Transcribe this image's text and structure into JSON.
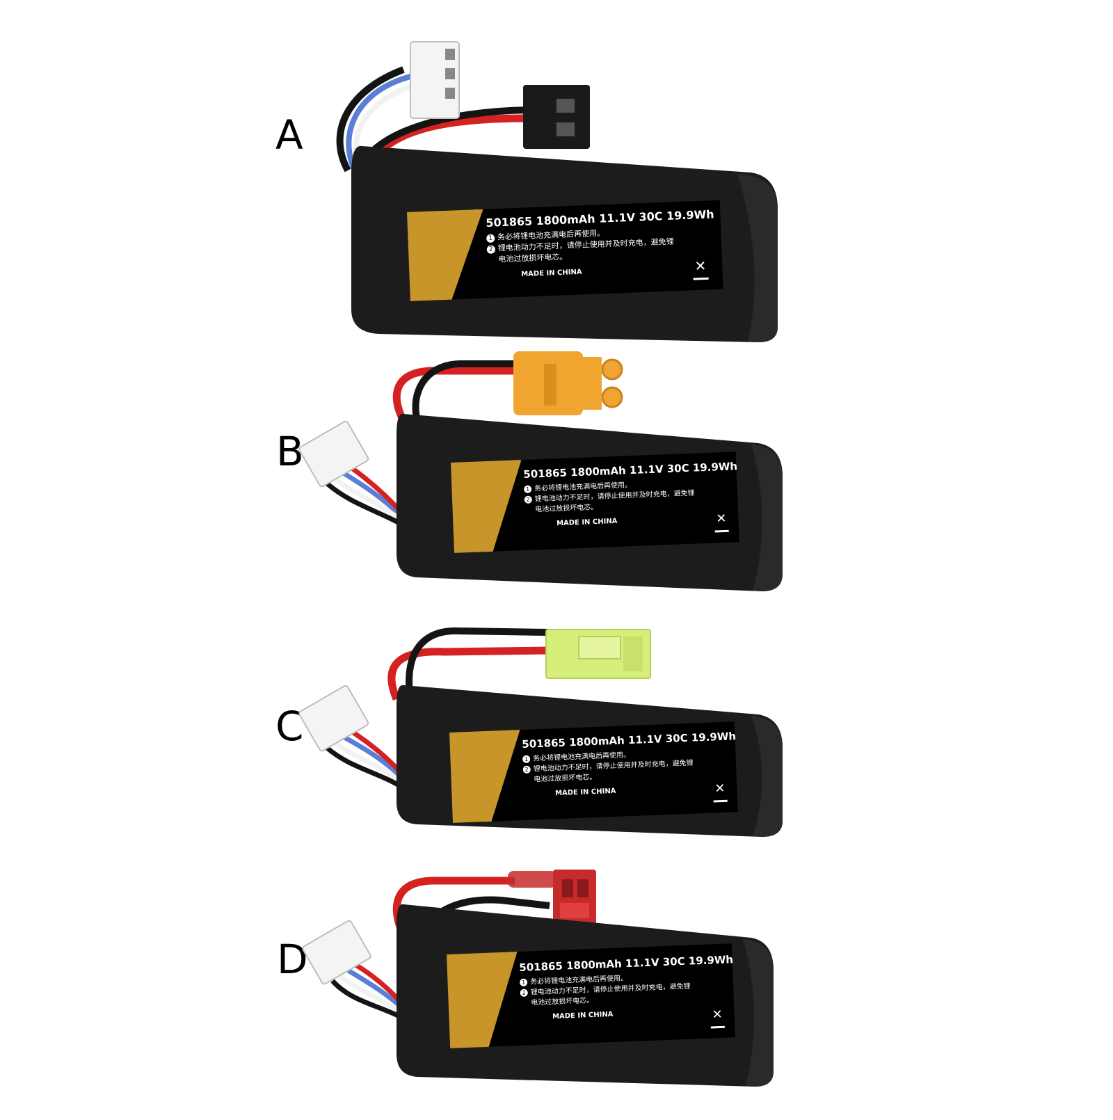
{
  "variants": [
    {
      "letter": "A",
      "connector": "SM-2P (black)"
    },
    {
      "letter": "B",
      "connector": "XT30 (yellow)"
    },
    {
      "letter": "C",
      "connector": "Tamiya mini (green)"
    },
    {
      "letter": "D",
      "connector": "T-plug / Deans (red)"
    }
  ],
  "label": {
    "spec": "501865 1800mAh 11.1V 30C 19.9Wh",
    "num1": "1",
    "num2": "2",
    "line1": "务必将锂电池充满电后再使用。",
    "line2": "锂电池动力不足时，请停止使用并及时充电，避免锂",
    "line3": "电池过放损坏电芯。",
    "made_in": "MADE IN CHINA"
  },
  "colors": {
    "battery_body": "#1c1c1c",
    "label_gold": "#c8952a",
    "wire_red": "#d42222",
    "wire_black": "#141414",
    "xt30_yellow": "#f0a530",
    "tamiya_green": "#d6ee7a",
    "tplug_red": "#c72a2a"
  }
}
